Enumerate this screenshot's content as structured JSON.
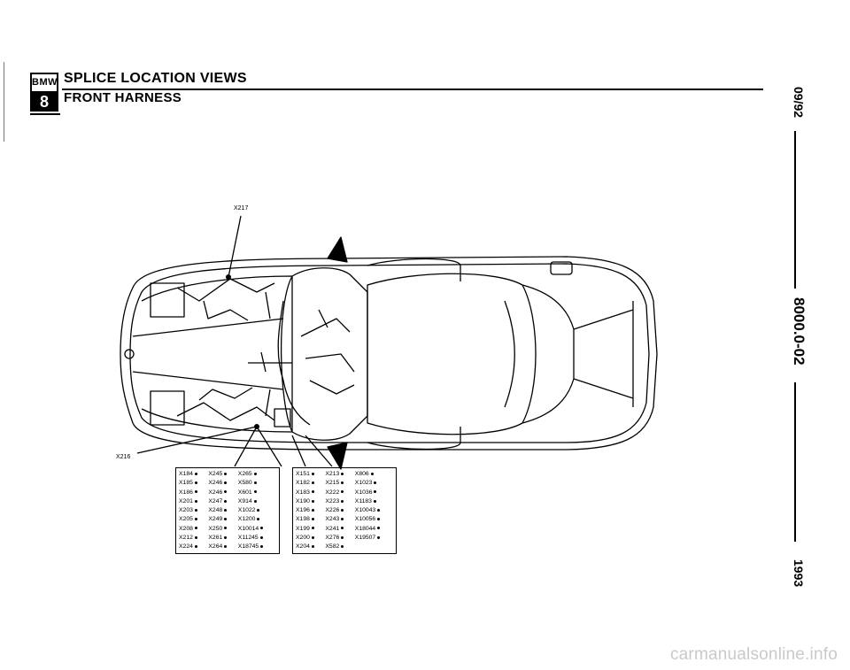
{
  "header": {
    "logo_top": "BMW",
    "logo_bottom": "8",
    "title": "SPLICE LOCATION VIEWS",
    "subtitle": "FRONT HARNESS"
  },
  "side": {
    "date": "09/92",
    "doc_number": "8000.0-02",
    "year": "1993"
  },
  "callouts": {
    "top": "X217",
    "left": "X216"
  },
  "table_left": {
    "columns": [
      [
        "X184",
        "X185",
        "X186",
        "X201",
        "X203",
        "X205",
        "X208",
        "X212",
        "X224"
      ],
      [
        "X245",
        "X246",
        "X246",
        "X247",
        "X248",
        "X249",
        "X250",
        "X261",
        "X264"
      ],
      [
        "X265",
        "X580",
        "X601",
        "X914",
        "X1022",
        "X1200",
        "X10014",
        "X11245",
        "X18745"
      ]
    ]
  },
  "table_right": {
    "columns": [
      [
        "X151",
        "X182",
        "X183",
        "X190",
        "X196",
        "X198",
        "X199",
        "X200",
        "X204"
      ],
      [
        "X213",
        "X215",
        "X222",
        "X223",
        "X226",
        "X243",
        "X241",
        "X276",
        "X582"
      ],
      [
        "X806",
        "X1023",
        "X1036",
        "X1183",
        "X10043",
        "X10056",
        "X18044",
        "X19507",
        ""
      ]
    ]
  },
  "footer": {
    "watermark": "carmanualsonline.info"
  }
}
